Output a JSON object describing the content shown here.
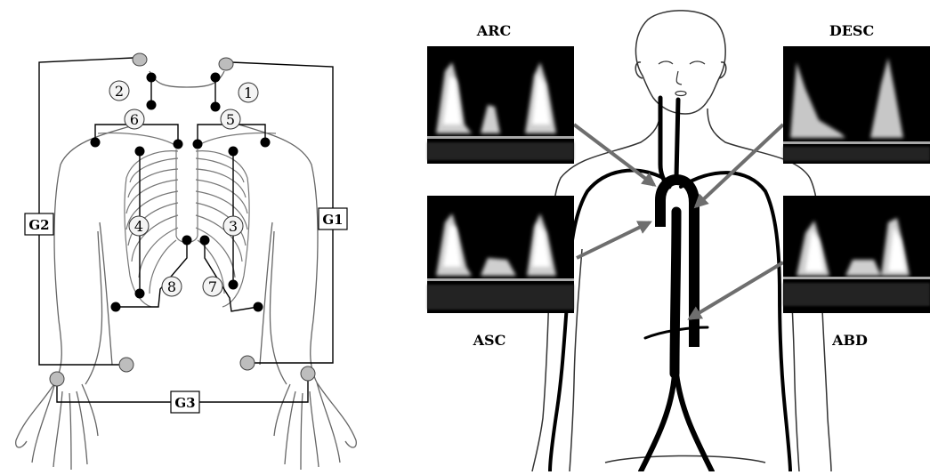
{
  "left_panel": {
    "numbered_markers": [
      "1",
      "2",
      "3",
      "4",
      "5",
      "6",
      "7",
      "8"
    ],
    "groups": [
      "G1",
      "G2",
      "G3"
    ]
  },
  "right_panel": {
    "doppler_panels": [
      {
        "id": "arc",
        "label": "ARC"
      },
      {
        "id": "asc",
        "label": "ASC"
      },
      {
        "id": "desc",
        "label": "DESC"
      },
      {
        "id": "abd",
        "label": "ABD"
      }
    ]
  },
  "colors": {
    "outline": "#555555",
    "electrode": "#000000",
    "ground_electrode": "#bdbdbd",
    "arrow": "#6e6e6e",
    "aorta": "#000000",
    "doppler_bg": "#000000",
    "baseline": "#a8a8a8"
  }
}
